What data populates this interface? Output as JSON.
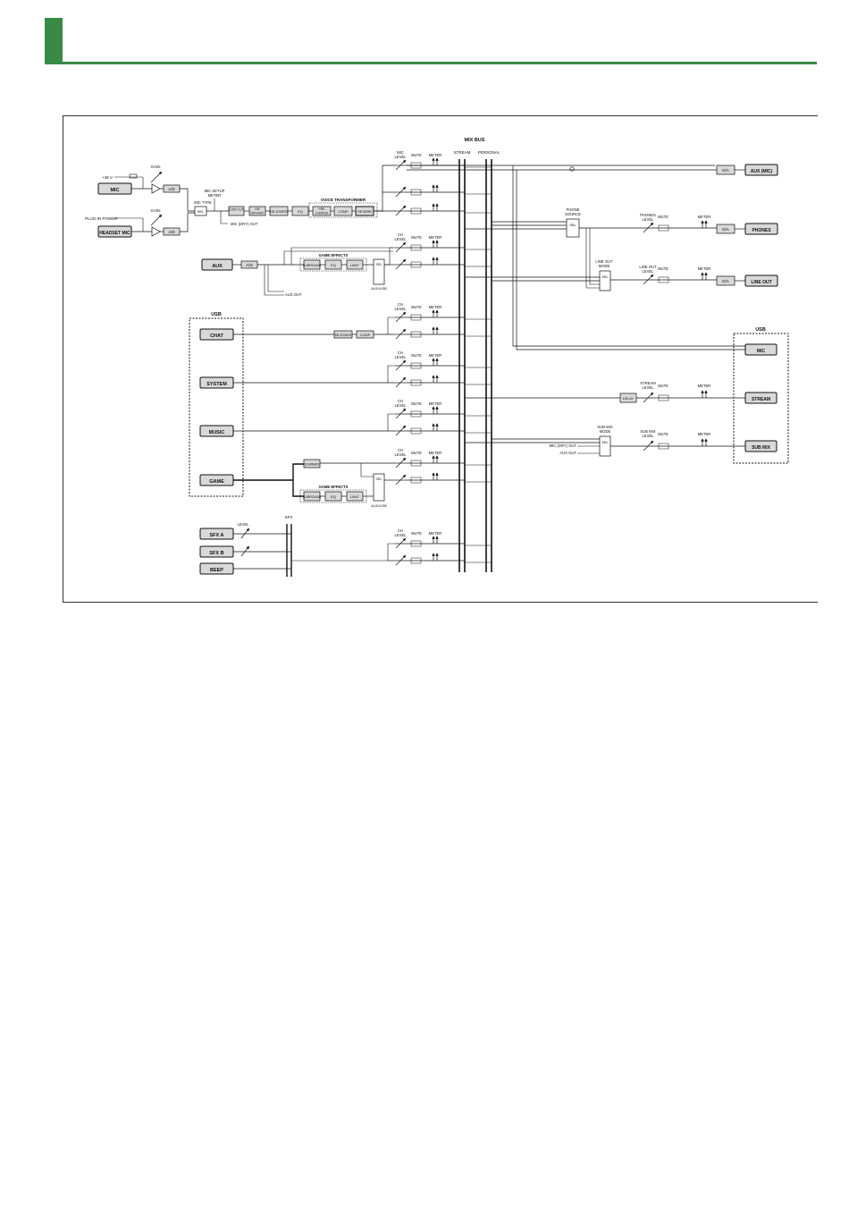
{
  "colors": {
    "accent": "#3a8a47",
    "block_fill": "#d9d9d9",
    "line": "#111111"
  },
  "labels": {
    "mix_bus": "MIX BUS",
    "stream_bus": "STREAM",
    "personal_bus": "PERSONAL",
    "phantom": "+48 V",
    "plugin_power": "PLUG-IN POWER",
    "gain": "GAIN",
    "mic_type": "MIC TYPE",
    "mic_setup_meter_1": "MIC SETUP",
    "mic_setup_meter_2": "METER",
    "mic_dry_out": "MIC (DRY) OUT",
    "voice_transformer": "VOICE TRANSFORMER",
    "game_effects": "GAME EFFECTS",
    "aux_out": "AUX OUT",
    "aux_usb": "AUX/USB",
    "usb": "USB",
    "level": "LEVEL",
    "sfx": "SFX",
    "mic_level_1": "MIC",
    "ch_level_1": "CH",
    "level_2": "LEVEL",
    "mute": "MUTE",
    "meter": "METER",
    "phone_source_1": "PHONE",
    "phone_source_2": "SOURCE",
    "phones_level_1": "PHONES",
    "line_out_mode_1": "LINE OUT",
    "mode": "MODE",
    "line_out_level_1": "LINE OUT",
    "stream_level_1": "STREAM",
    "sub_mix_mode_1": "SUB MIX",
    "sub_mix_level_1": "SUB MIX",
    "mic_dry_out_in": "MIC (DRY) OUT",
    "aux_out_in": "AUX OUT"
  },
  "blocks": {
    "sel": "SEL",
    "ad": "A/D",
    "da": "D/A",
    "delay": "DELAY",
    "low_cut": "LOW CUT",
    "hiz_1": "HIZ",
    "hiz_2": "DRY/WET",
    "deesser": "DE-ESSER",
    "eq": "EQ",
    "pre_1": "PRE",
    "pre_2": "CHORUS",
    "comp": "COMP",
    "reverb": "REVERB",
    "surround": "SURROUND",
    "limit": "LIMIT",
    "denoise": "DE-ESSER",
    "downmix": "DOWNMIX"
  },
  "inputs": {
    "mic": "MIC",
    "headset_mic": "HEADSET MIC",
    "aux": "AUX",
    "chat": "CHAT",
    "system": "SYSTEM",
    "music": "MUSIC",
    "game": "GAME",
    "sfx_a": "SFX A",
    "sfx_b": "SFX B",
    "beep": "BEEP"
  },
  "outputs": {
    "aux_mic": "AUX (MIC)",
    "phones": "PHONES",
    "line_out": "LINE OUT",
    "usb_mic": "MIC",
    "usb_stream": "STREAM",
    "usb_sub_mix": "SUB MIX"
  }
}
